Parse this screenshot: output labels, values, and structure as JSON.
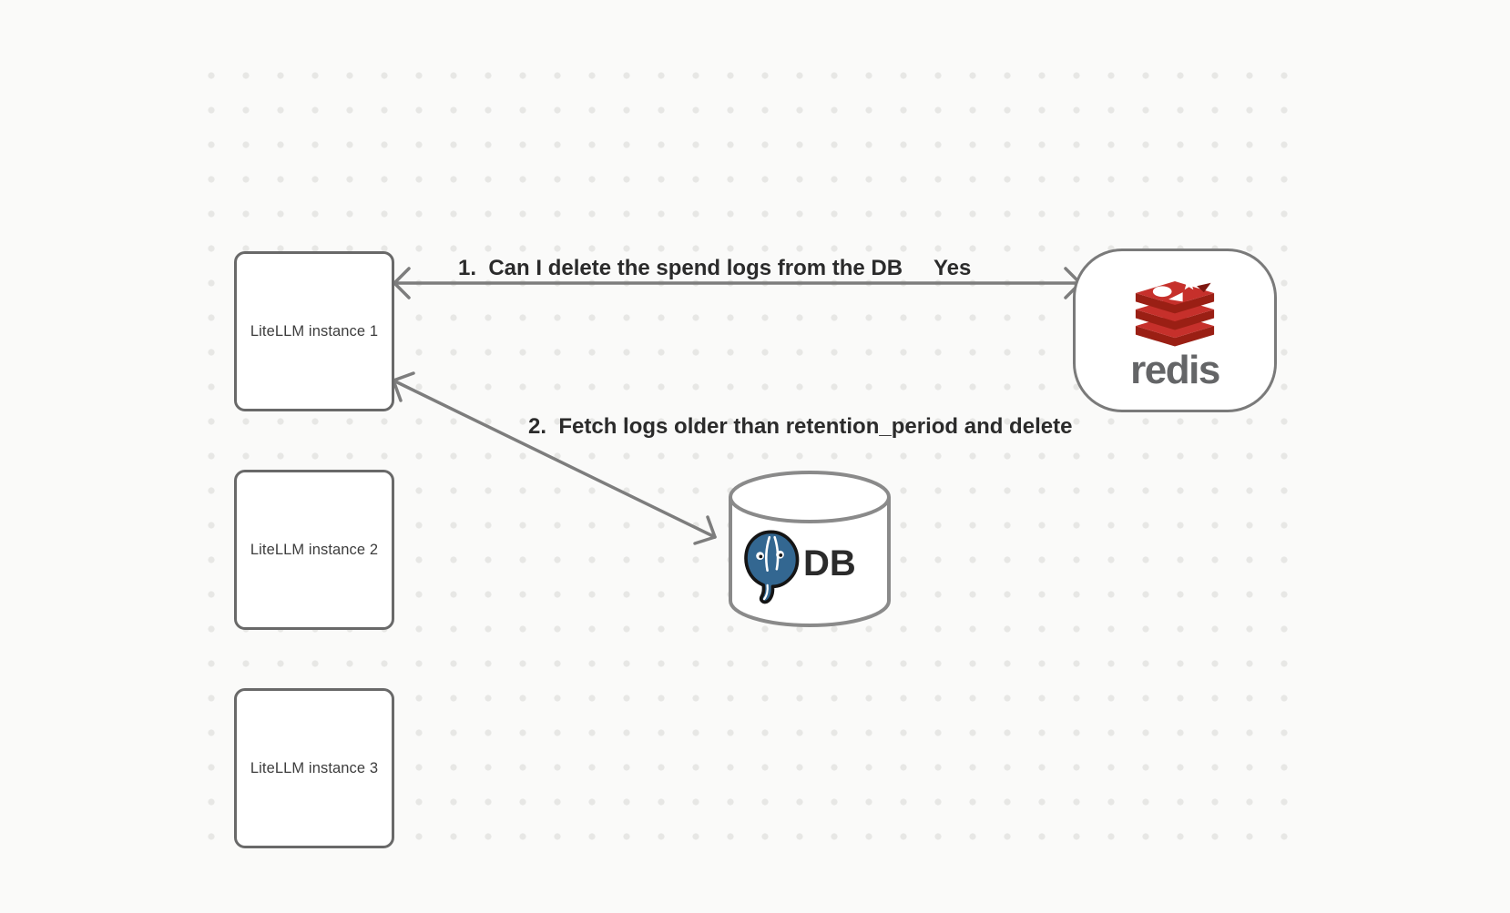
{
  "diagram": {
    "background": {
      "canvas_color": "#fafaf9",
      "dot_color": "#e7e7e5"
    },
    "nodes": {
      "instance1": {
        "label": "LiteLLM instance 1"
      },
      "instance2": {
        "label": "LiteLLM instance 2"
      },
      "instance3": {
        "label": "LiteLLM instance 3"
      },
      "redis": {
        "label": "redis",
        "icon": "redis-stack-logo",
        "brand_red": "#c6302b",
        "brand_red_dark": "#9a1f14",
        "wordmark_color": "#646567"
      },
      "db": {
        "label": "DB",
        "icon": "postgresql-elephant-logo",
        "postgres_blue": "#336791"
      }
    },
    "edges": [
      {
        "label": "1.  Can I delete the spend logs from the DB",
        "response": "Yes",
        "from": "LiteLLM instance 1",
        "to": "redis",
        "arrows": "both"
      },
      {
        "label": "2.  Fetch logs older than retention_period and delete",
        "from": "LiteLLM instance 1",
        "to": "DB",
        "arrows": "both"
      }
    ]
  }
}
